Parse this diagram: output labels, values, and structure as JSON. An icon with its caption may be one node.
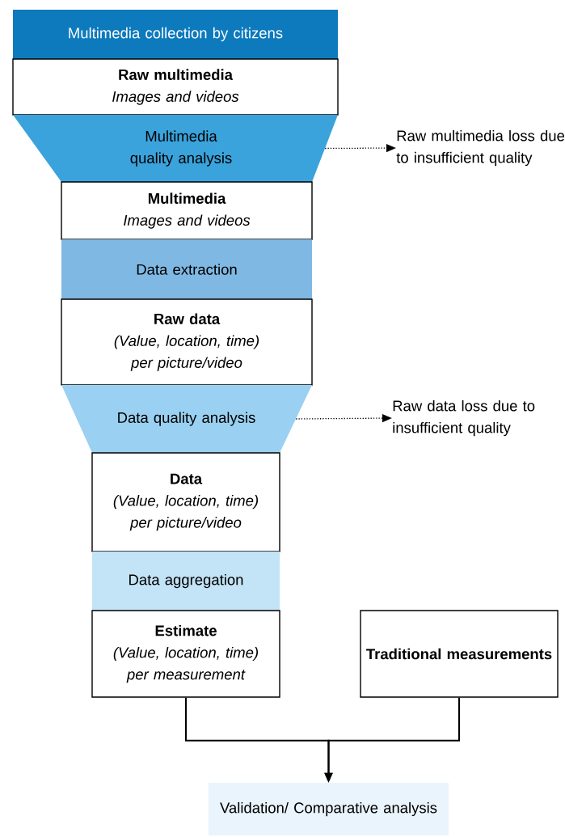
{
  "diagram": {
    "nodes": [
      {
        "text": [
          "Multimedia collection by citizens"
        ]
      },
      {
        "text": [
          "Raw multimedia",
          "Images and videos"
        ]
      },
      {
        "text": [
          "Multimedia quality analysis"
        ]
      },
      {
        "text": [
          "Raw multimedia loss due to insufficient quality"
        ]
      },
      {
        "text": [
          "Multimedia",
          "Images and videos"
        ]
      },
      {
        "text": [
          "Data extraction"
        ]
      },
      {
        "text": [
          "Raw data",
          "(Value, location, time) per picture/video"
        ]
      },
      {
        "text": [
          "Data quality analysis"
        ]
      },
      {
        "text": [
          "Raw data loss due to insufficient quality"
        ]
      },
      {
        "text": [
          "Data",
          "(Value, location, time) per picture/video"
        ]
      },
      {
        "text": [
          "Data aggregation"
        ]
      },
      {
        "text": [
          "Estimate",
          "(Value, location, time) per measurement"
        ]
      },
      {
        "text": [
          "Traditional measurements"
        ]
      },
      {
        "text": [
          "Validation/ Comparative analysis"
        ]
      }
    ],
    "edges": [
      {
        "from": 2,
        "to": 3,
        "arrow": "to",
        "style": "dashed"
      },
      {
        "from": 7,
        "to": 8,
        "arrow": "to",
        "style": "dashed"
      },
      {
        "from": 11,
        "to": 13,
        "arrow": "to"
      },
      {
        "from": 12,
        "to": 13,
        "arrow": "to"
      }
    ]
  }
}
